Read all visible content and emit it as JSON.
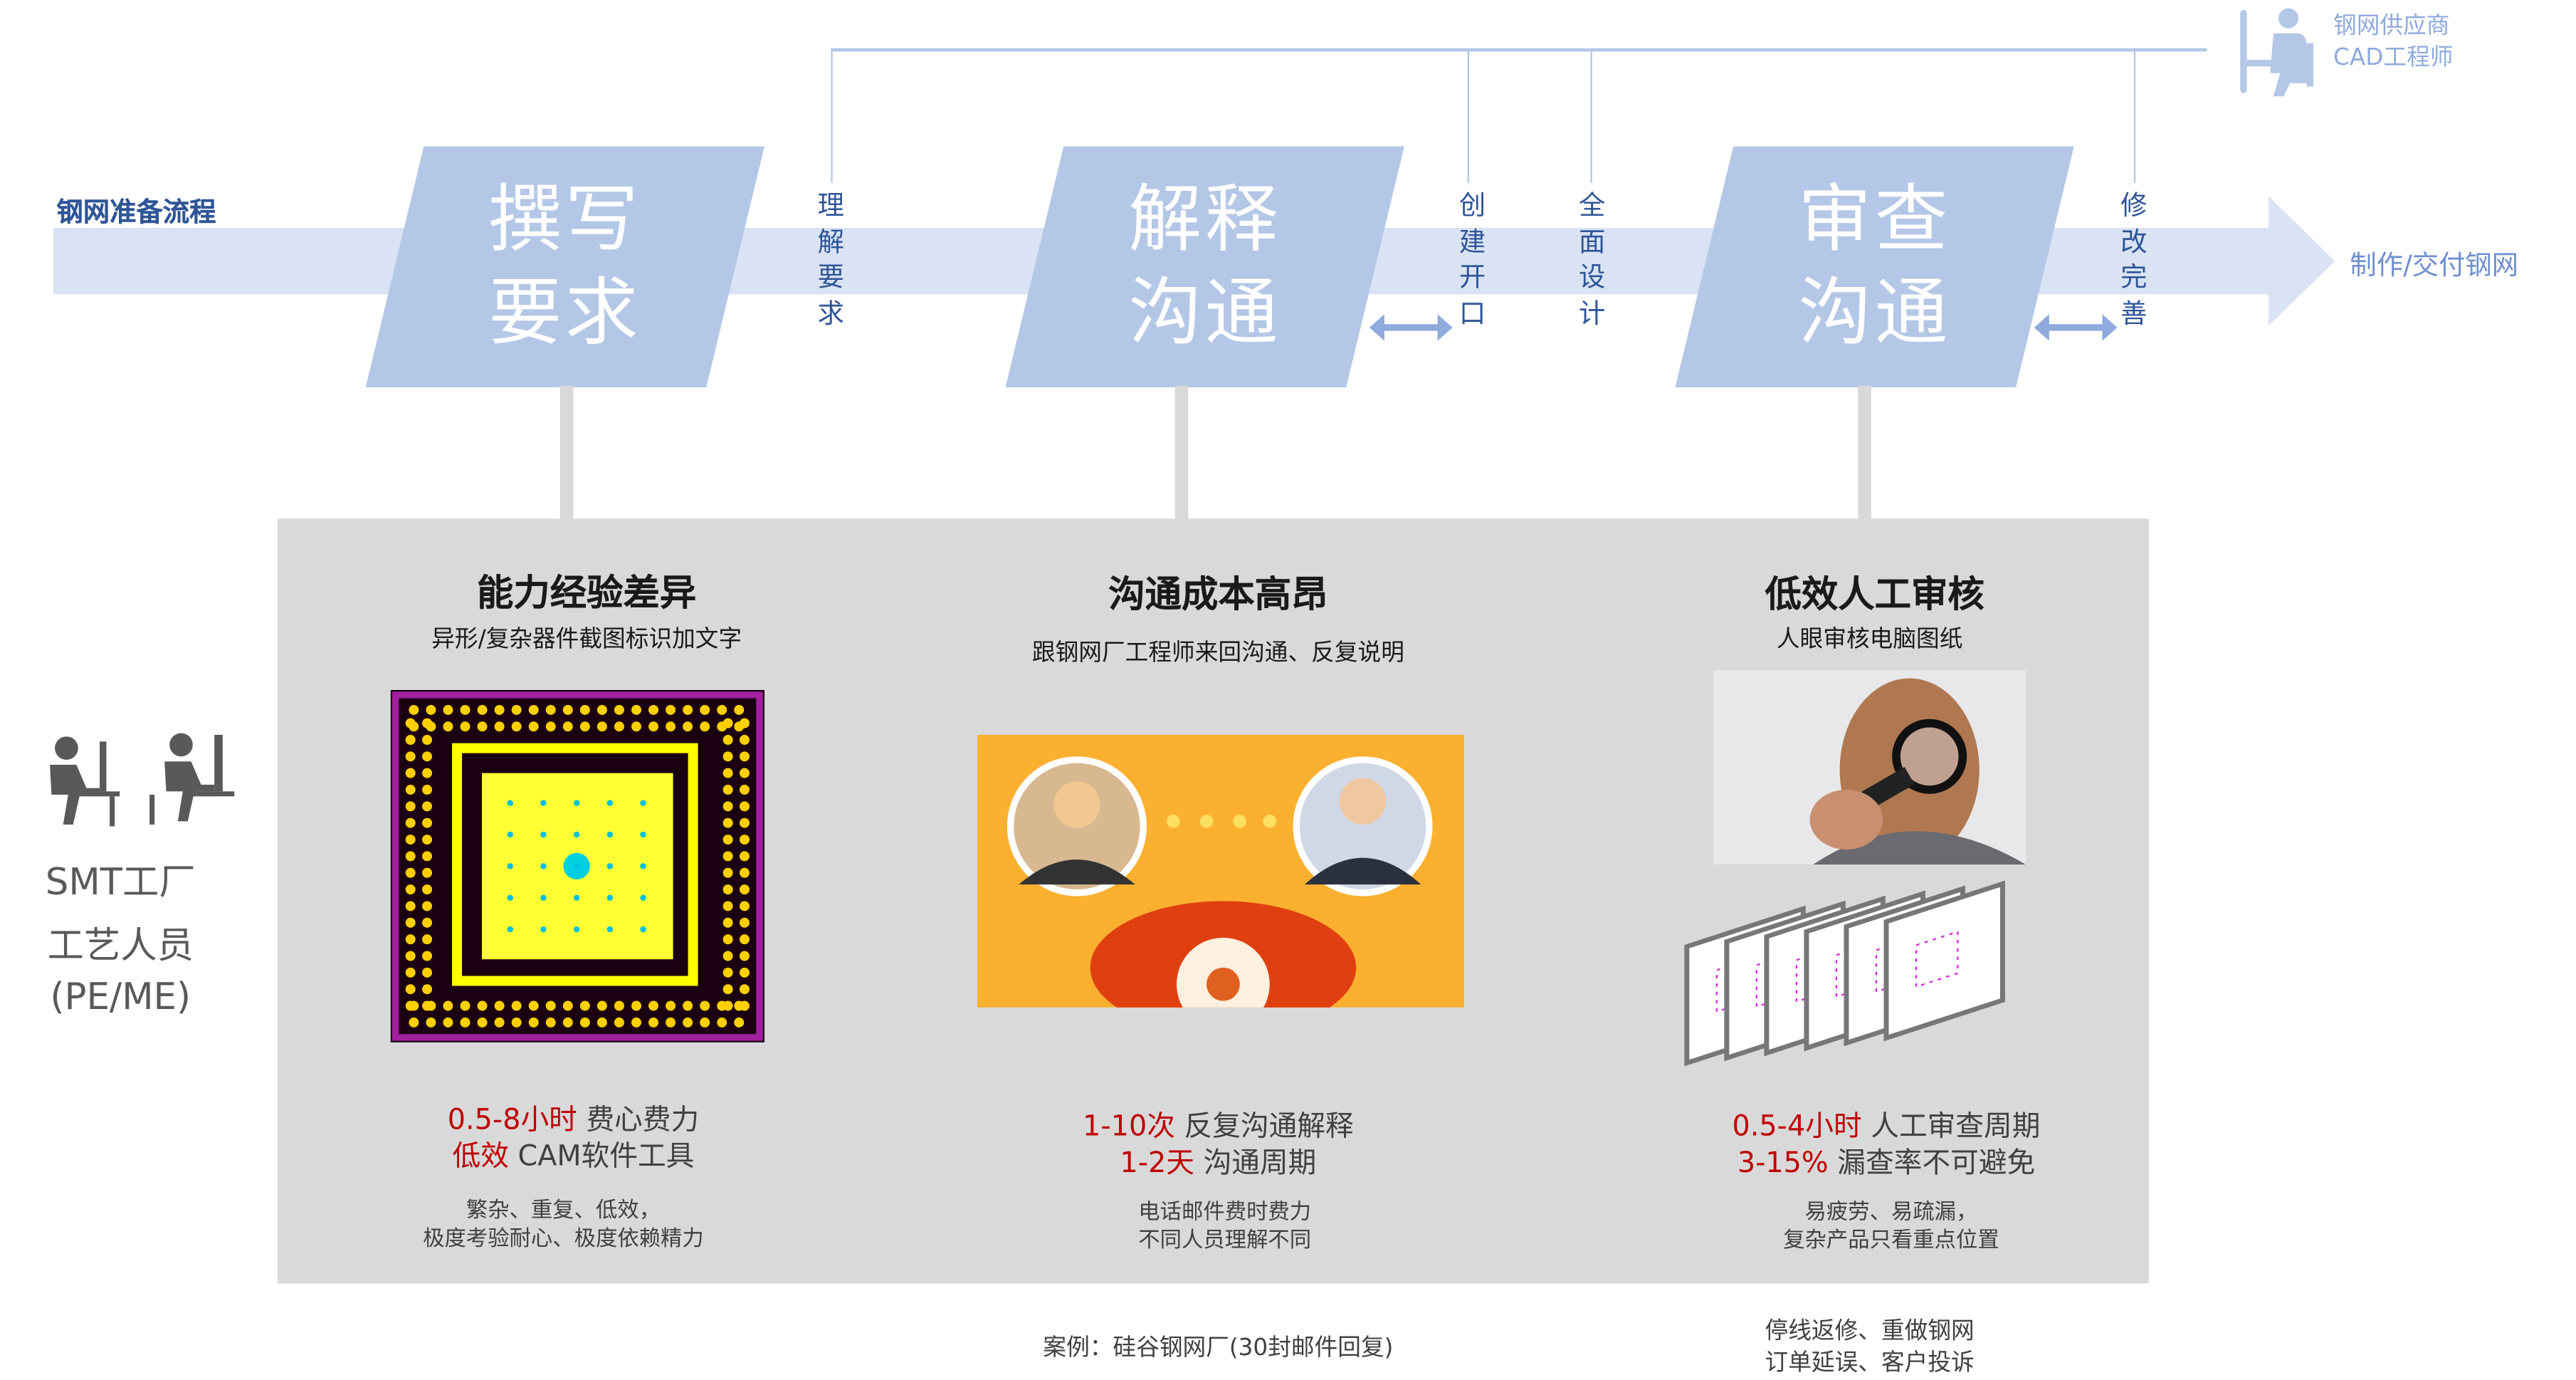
{
  "roles": {
    "supplier": {
      "line1": "钢网供应商",
      "line2": "CAD工程师",
      "icon": "engineer-at-desk-icon"
    },
    "factory": {
      "line1": "SMT工厂",
      "line2": "工艺人员",
      "line3": "(PE/ME)",
      "icon": "workers-at-desks-icon"
    }
  },
  "flow": {
    "label": "钢网准备流程",
    "end_label": "制作/交付钢网",
    "steps": [
      {
        "line1": "撰写",
        "line2": "要求"
      },
      {
        "line1": "解释",
        "line2": "沟通"
      },
      {
        "line1": "审查",
        "line2": "沟通"
      }
    ],
    "supplier_actions": [
      "理解要求",
      "创建开口",
      "全面设计",
      "修改完善"
    ]
  },
  "problems": [
    {
      "title": "能力经验差异",
      "subtitle": "异形/复杂器件截图标识加文字",
      "image": "pcb-footprint-image",
      "stat1_red": "0.5-8小时",
      "stat1_text": " 费心费力",
      "stat2_red": "低效",
      "stat2_text": " CAM软件工具",
      "note1": "繁杂、重复、低效，",
      "note2": "极度考验耐心、极度依赖精力"
    },
    {
      "title": "沟通成本高昂",
      "subtitle": "跟钢网厂工程师来回沟通、反复说明",
      "image": "phone-call-image",
      "stat1_red": "1-10次",
      "stat1_text": " 反复沟通解释",
      "stat2_red": "1-2天",
      "stat2_text": " 沟通周期",
      "note1": "电话邮件费时费力",
      "note2": "不同人员理解不同",
      "case": "案例：硅谷钢网厂(30封邮件回复)"
    },
    {
      "title": "低效人工审核",
      "subtitle": "人眼审核电脑图纸",
      "image": "magnifier-review-image",
      "stat1_red": "0.5-4小时",
      "stat1_text": " 人工审查周期",
      "stat2_red": "3-15%",
      "stat2_text": " 漏查率不可避免",
      "note1": "易疲劳、易疏漏，",
      "note2": "复杂产品只看重点位置",
      "consequence1": "停线返修、重做钢网",
      "consequence2": "订单延误、客户投诉"
    }
  ],
  "colors": {
    "band": "#dae3f3",
    "step": "#b4c7e7",
    "text_blue": "#2f5597",
    "panel": "#d9d9d9",
    "red": "#c00000"
  }
}
